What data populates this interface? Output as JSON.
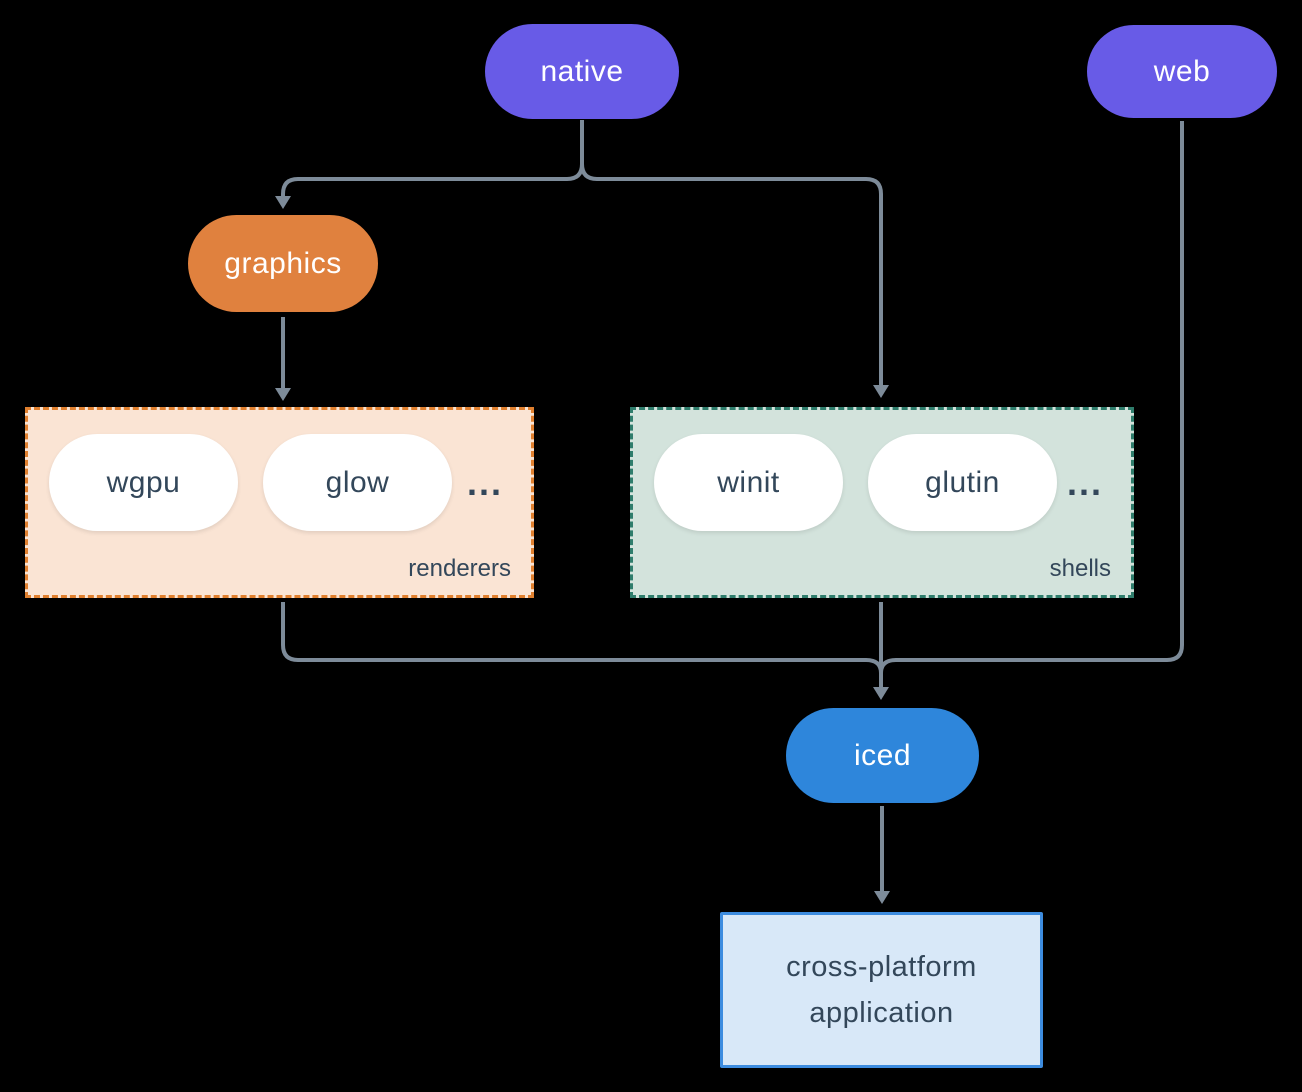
{
  "diagram": {
    "background": "#000000",
    "edge_color": "#7D8B99",
    "text_dark": "#33475A",
    "nodes": {
      "native": {
        "label": "native",
        "color": "#685BE7"
      },
      "web": {
        "label": "web",
        "color": "#685BE7"
      },
      "graphics": {
        "label": "graphics",
        "color": "#E0813E"
      },
      "iced": {
        "label": "iced",
        "color": "#2E86DB"
      },
      "application": {
        "line1": "cross-platform",
        "line2": "application",
        "fill": "#D8E8F8",
        "border": "#3D8CDF"
      }
    },
    "groups": {
      "renderers": {
        "label": "renderers",
        "items": [
          "wgpu",
          "glow"
        ],
        "ellipsis": "...",
        "fill": "#FAE4D4",
        "border": "#E0802F"
      },
      "shells": {
        "label": "shells",
        "items": [
          "winit",
          "glutin"
        ],
        "ellipsis": "...",
        "fill": "#D3E3DC",
        "border": "#2F7D6C"
      }
    },
    "edges": [
      {
        "from": "native",
        "to": "graphics"
      },
      {
        "from": "native",
        "to": "shells"
      },
      {
        "from": "graphics",
        "to": "renderers"
      },
      {
        "from": "renderers",
        "to": "iced"
      },
      {
        "from": "shells",
        "to": "iced"
      },
      {
        "from": "web",
        "to": "iced"
      },
      {
        "from": "iced",
        "to": "application"
      }
    ]
  }
}
